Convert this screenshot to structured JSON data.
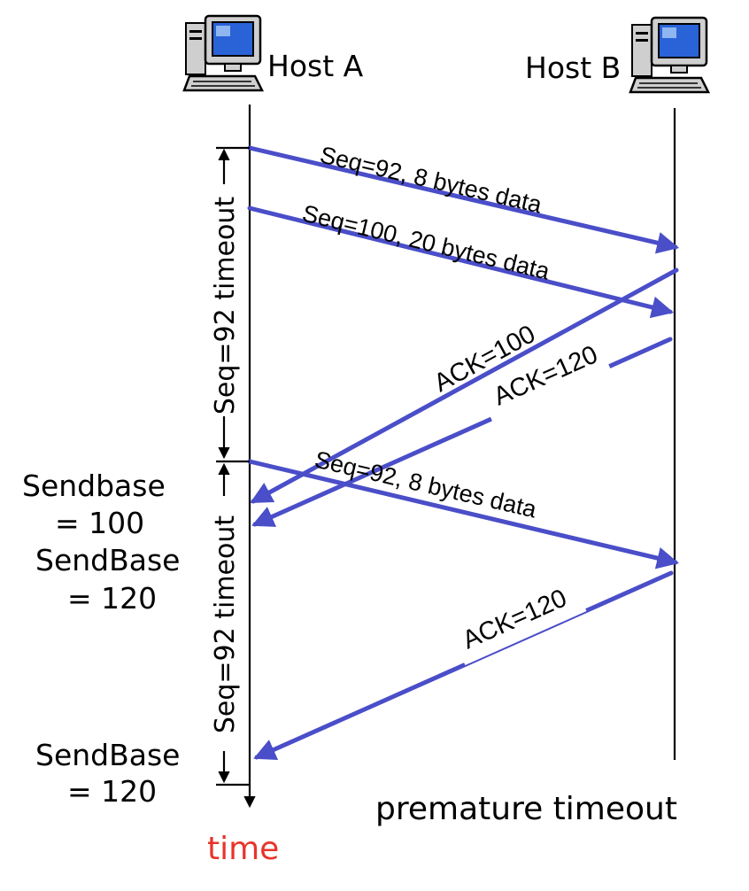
{
  "hosts": {
    "a_label": "Host A",
    "b_label": "Host B"
  },
  "messages": {
    "seg1": "Seq=92, 8 bytes data",
    "seg2": "Seq=100, 20 bytes data",
    "ack1": "ACK=100",
    "ack2": "ACK=120",
    "seg3": "Seq=92, 8 bytes data",
    "ack3": "ACK=120"
  },
  "timers": {
    "first": "Seq=92 timeout",
    "second": "Seq=92 timeout"
  },
  "sendbase": {
    "s1_line1": "Sendbase",
    "s1_line2": "= 100",
    "s2_line1": "SendBase",
    "s2_line2": "= 120",
    "s3_line1": "SendBase",
    "s3_line2": "= 120"
  },
  "axis": {
    "time_label": "time",
    "time_color": "#e8342a"
  },
  "caption": "premature timeout",
  "colors": {
    "message_arrow": "#4a4ec8",
    "computer_body": "#cfcfcf",
    "computer_screen": "#2a62d8"
  }
}
